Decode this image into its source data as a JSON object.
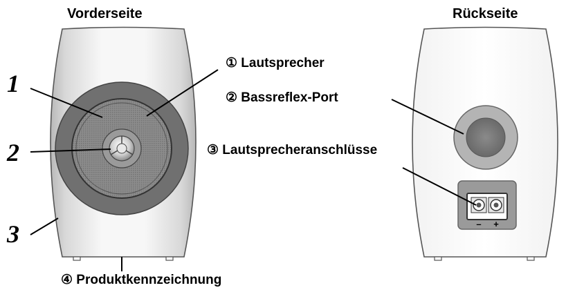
{
  "front": {
    "title": "Vorderseite",
    "markers": [
      "1",
      "2",
      "3"
    ]
  },
  "back": {
    "title": "Rückseite",
    "terminal_signs": [
      "–",
      "+"
    ]
  },
  "callouts": {
    "c1": "① Lautsprecher",
    "c2": "② Bassreflex-Port",
    "c3": "③ Lautsprecheranschlüsse",
    "c4": "④ Produktkennzeichnung"
  }
}
